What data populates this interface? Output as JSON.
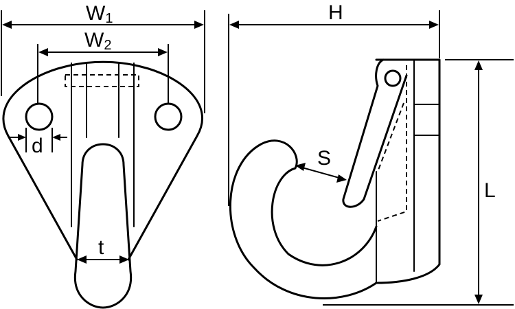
{
  "dimensions": {
    "w1": {
      "letter": "W",
      "subscript": "1"
    },
    "w2": {
      "letter": "W",
      "subscript": "2"
    },
    "d": "d",
    "t": "t",
    "h": "H",
    "s": "S",
    "l": "L"
  }
}
